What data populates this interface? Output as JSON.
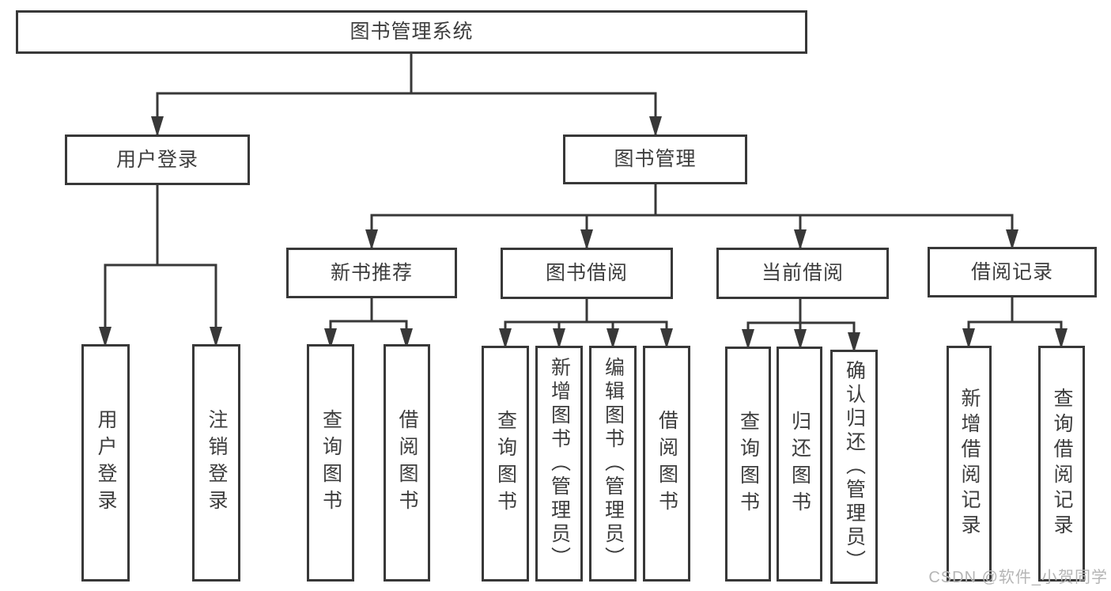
{
  "title": "图书管理系统",
  "level2": [
    {
      "label": "用户登录"
    },
    {
      "label": "图书管理"
    }
  ],
  "level3": [
    {
      "label": "新书推荐"
    },
    {
      "label": "图书借阅"
    },
    {
      "label": "当前借阅"
    },
    {
      "label": "借阅记录"
    }
  ],
  "leaves": [
    {
      "label": "用户登录"
    },
    {
      "label": "注销登录"
    },
    {
      "label": "查询图书"
    },
    {
      "label": "借阅图书"
    },
    {
      "label": "查询图书"
    },
    {
      "label": "新增图书（管理员）"
    },
    {
      "label": "编辑图书（管理员）"
    },
    {
      "label": "借阅图书"
    },
    {
      "label": "查询图书"
    },
    {
      "label": "归还图书"
    },
    {
      "label": "确认归还（管理员）"
    },
    {
      "label": "新增借阅记录"
    },
    {
      "label": "查询借阅记录"
    }
  ],
  "watermark": "CSDN @软件_小贺同学",
  "colors": {
    "line": "#383838",
    "text": "#3d3d3d",
    "background": "#ffffff",
    "watermark": "#b5b5b5"
  }
}
